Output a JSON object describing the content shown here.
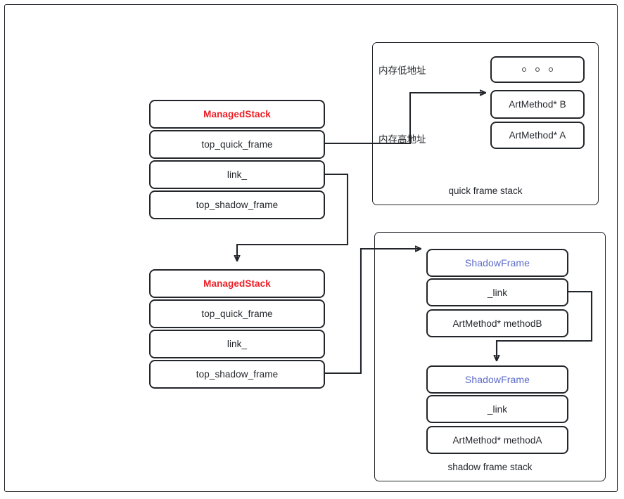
{
  "diagram": {
    "title": "ART ManagedStack and ShadowFrame linkage diagram",
    "colors": {
      "managed_stack_title": "#ec2027",
      "shadow_frame_title": "#5c6bc9",
      "line": "#22252a",
      "background": "#ffffff"
    }
  },
  "managed_stack_1": {
    "title": "ManagedStack",
    "rows": [
      {
        "label": "top_quick_frame"
      },
      {
        "label": "link_"
      },
      {
        "label": "top_shadow_frame"
      }
    ]
  },
  "managed_stack_2": {
    "title": "ManagedStack",
    "rows": [
      {
        "label": "top_quick_frame"
      },
      {
        "label": "link_"
      },
      {
        "label": "top_shadow_frame"
      }
    ]
  },
  "quick_frame_stack": {
    "caption": "quick frame stack",
    "low_address_label": "内存低地址",
    "high_address_label": "内存高地址",
    "frames": [
      {
        "label": "",
        "kind": "ellipsis",
        "dots": "∘ ∘ ∘"
      },
      {
        "label": "ArtMethod* B",
        "kind": "frame"
      },
      {
        "label": "ArtMethod* A",
        "kind": "frame"
      }
    ]
  },
  "shadow_frame_stack": {
    "caption": "shadow frame stack",
    "frames": [
      {
        "title": "ShadowFrame",
        "rows": [
          {
            "label": "_link"
          },
          {
            "label": "ArtMethod* methodB"
          }
        ]
      },
      {
        "title": "ShadowFrame",
        "rows": [
          {
            "label": "_link"
          },
          {
            "label": "ArtMethod* methodA"
          }
        ]
      }
    ]
  },
  "connectors": [
    {
      "name": "top-quick-frame-to-artmethod-b",
      "from": "managed_stack_1.top_quick_frame",
      "to": "quick_frame_stack.ArtMethod* B"
    },
    {
      "name": "link-to-managed-stack-2",
      "from": "managed_stack_1.link_",
      "to": "managed_stack_2"
    },
    {
      "name": "top-shadow-frame-to-shadowframe-1",
      "from": "managed_stack_2.top_shadow_frame",
      "to": "shadow_frame_stack.frame1"
    },
    {
      "name": "shadowframe-link-to-shadowframe-2",
      "from": "shadow_frame_stack.frame1._link",
      "to": "shadow_frame_stack.frame2"
    }
  ]
}
